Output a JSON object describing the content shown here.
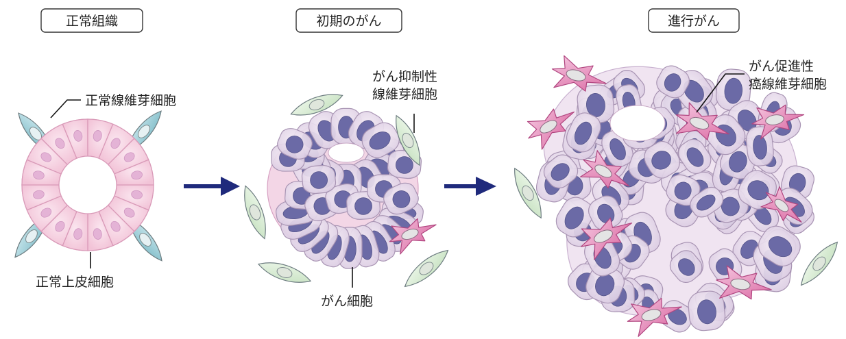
{
  "stages": [
    {
      "title": "正常組織"
    },
    {
      "title": "初期のがん"
    },
    {
      "title": "進行がん"
    }
  ],
  "annotations": {
    "normal_fibroblast": "正常線維芽細胞",
    "normal_epithelial": "正常上皮細胞",
    "suppressive_fibroblast_line1": "がん抑制性",
    "suppressive_fibroblast_line2": "線維芽細胞",
    "cancer_cell": "がん細胞",
    "promoting_fibroblast_line1": "がん促進性",
    "promoting_fibroblast_line2": "癌線維芽細胞"
  },
  "colors": {
    "normal_epithelial_fill": "#f7d3e3",
    "normal_nucleus": "#e4b3d6",
    "normal_fibroblast_fill": "#9fcdd6",
    "cancer_cell_fill": "#e9dcec",
    "cancer_nucleus": "#6b6aa6",
    "suppressive_fibroblast_fill": "#d6ebd1",
    "promoting_fibroblast_fill": "#e98fc0",
    "arrow": "#1f2a7c"
  }
}
